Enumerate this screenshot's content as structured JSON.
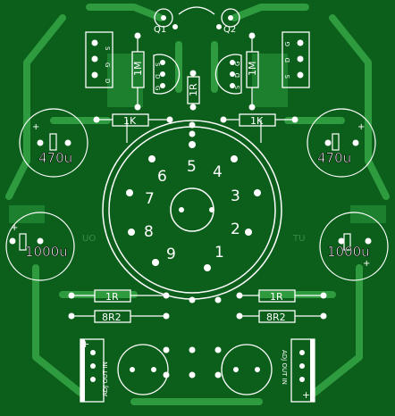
{
  "colors": {
    "board": "#0b5f1b",
    "trace": "#2e9b3f",
    "silk": "#ffffff",
    "pad": "#ffffff",
    "ghost": "#3a8a47"
  },
  "tube": {
    "pins": [
      "1",
      "2",
      "3",
      "4",
      "5",
      "6",
      "7",
      "8",
      "9"
    ]
  },
  "capacitors": {
    "top_left": "470u",
    "top_right": "470u",
    "bottom_left": "1000u",
    "bottom_right": "1000u"
  },
  "resistors": {
    "r_1k_left": "1K",
    "r_1k_right": "1K",
    "r_1r_left": "1R",
    "r_1r_right": "1R",
    "r_8r2_left": "8R2",
    "r_8r2_right": "8R2",
    "r_1m_left": "1M",
    "r_1m_right": "1M",
    "r_center": "1R"
  },
  "transistors": {
    "left_mosfet_pins": [
      "D",
      "G",
      "S"
    ],
    "left_mosfet_pins_left": [
      "S",
      "D",
      "G"
    ],
    "right_mosfet_pins": [
      "G",
      "D",
      "S"
    ],
    "right_mosfet_pins_right": [
      "G",
      "D",
      "S"
    ],
    "top_left_label": "Q1",
    "top_right_label": "Q2"
  },
  "regulators": {
    "left_pins": "ADJ OUT IN",
    "right_pins": "ADJ OUT IN",
    "left_plus": "+",
    "right_plus": "+"
  },
  "ghost_text": {
    "left": "UO",
    "right": "TU"
  },
  "polarity": {
    "plus": "+"
  }
}
